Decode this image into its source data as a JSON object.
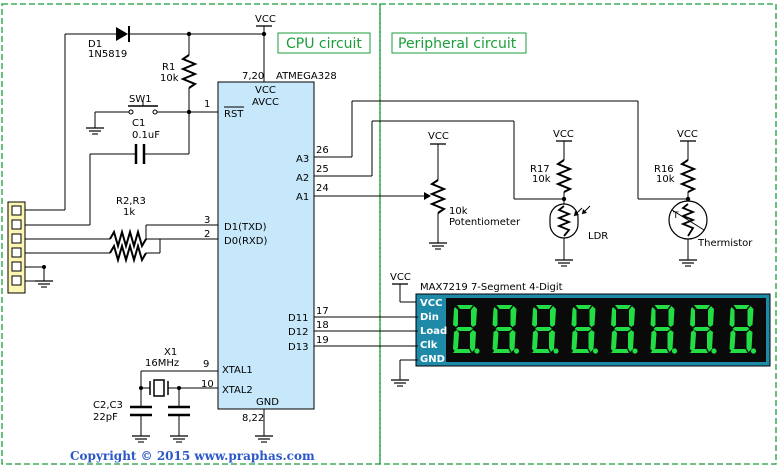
{
  "sections": {
    "cpu": "CPU circuit",
    "peripheral": "Peripheral circuit"
  },
  "copyright": "Copyright © 2015 www.praphas.com",
  "mcu": {
    "name": "ATMEGA328",
    "pwr_pins": "7,20",
    "gnd_pins": "8,22",
    "vcc": "VCC",
    "avcc": "AVCC",
    "gnd": "GND",
    "rst": "RST",
    "rst_pin": "1",
    "txd": "D1(TXD)",
    "txd_pin": "3",
    "rxd": "D0(RXD)",
    "rxd_pin": "2",
    "a3": "A3",
    "a3_pin": "26",
    "a2": "A2",
    "a2_pin": "25",
    "a1": "A1",
    "a1_pin": "24",
    "d11": "D11",
    "d11_pin": "17",
    "d12": "D12",
    "d12_pin": "18",
    "d13": "D13",
    "d13_pin": "19",
    "xtal1": "XTAL1",
    "xtal1_pin": "9",
    "xtal2": "XTAL2",
    "xtal2_pin": "10"
  },
  "parts": {
    "vcc": "VCC",
    "d1_name": "D1",
    "d1_part": "1N5819",
    "r1_name": "R1",
    "r1_val": "10k",
    "sw1": "SW1",
    "c1_name": "C1",
    "c1_val": "0.1uF",
    "r23_name": "R2,R3",
    "r23_val": "1k",
    "x1_name": "X1",
    "x1_val": "16MHz",
    "c23_name": "C2,C3",
    "c23_val": "22pF",
    "pot_val": "10k",
    "pot_name": "Potentiometer",
    "r17_name": "R17",
    "r17_val": "10k",
    "ldr": "LDR",
    "r16_name": "R16",
    "r16_val": "10k",
    "thermistor": "Thermistor"
  },
  "display": {
    "title": "MAX7219  7-Segment  4-Digit",
    "pins": [
      "VCC",
      "Din",
      "Load",
      "Clk",
      "GND"
    ],
    "digit_count": 8,
    "digit_color": "#22dd44",
    "panel_color": "#1e8aa8"
  },
  "colors": {
    "section_border": "#1a9e3a",
    "chip_fill": "#c7e8fb",
    "connector_fill": "#fdf6b2",
    "copyright": "#2b57c8"
  }
}
